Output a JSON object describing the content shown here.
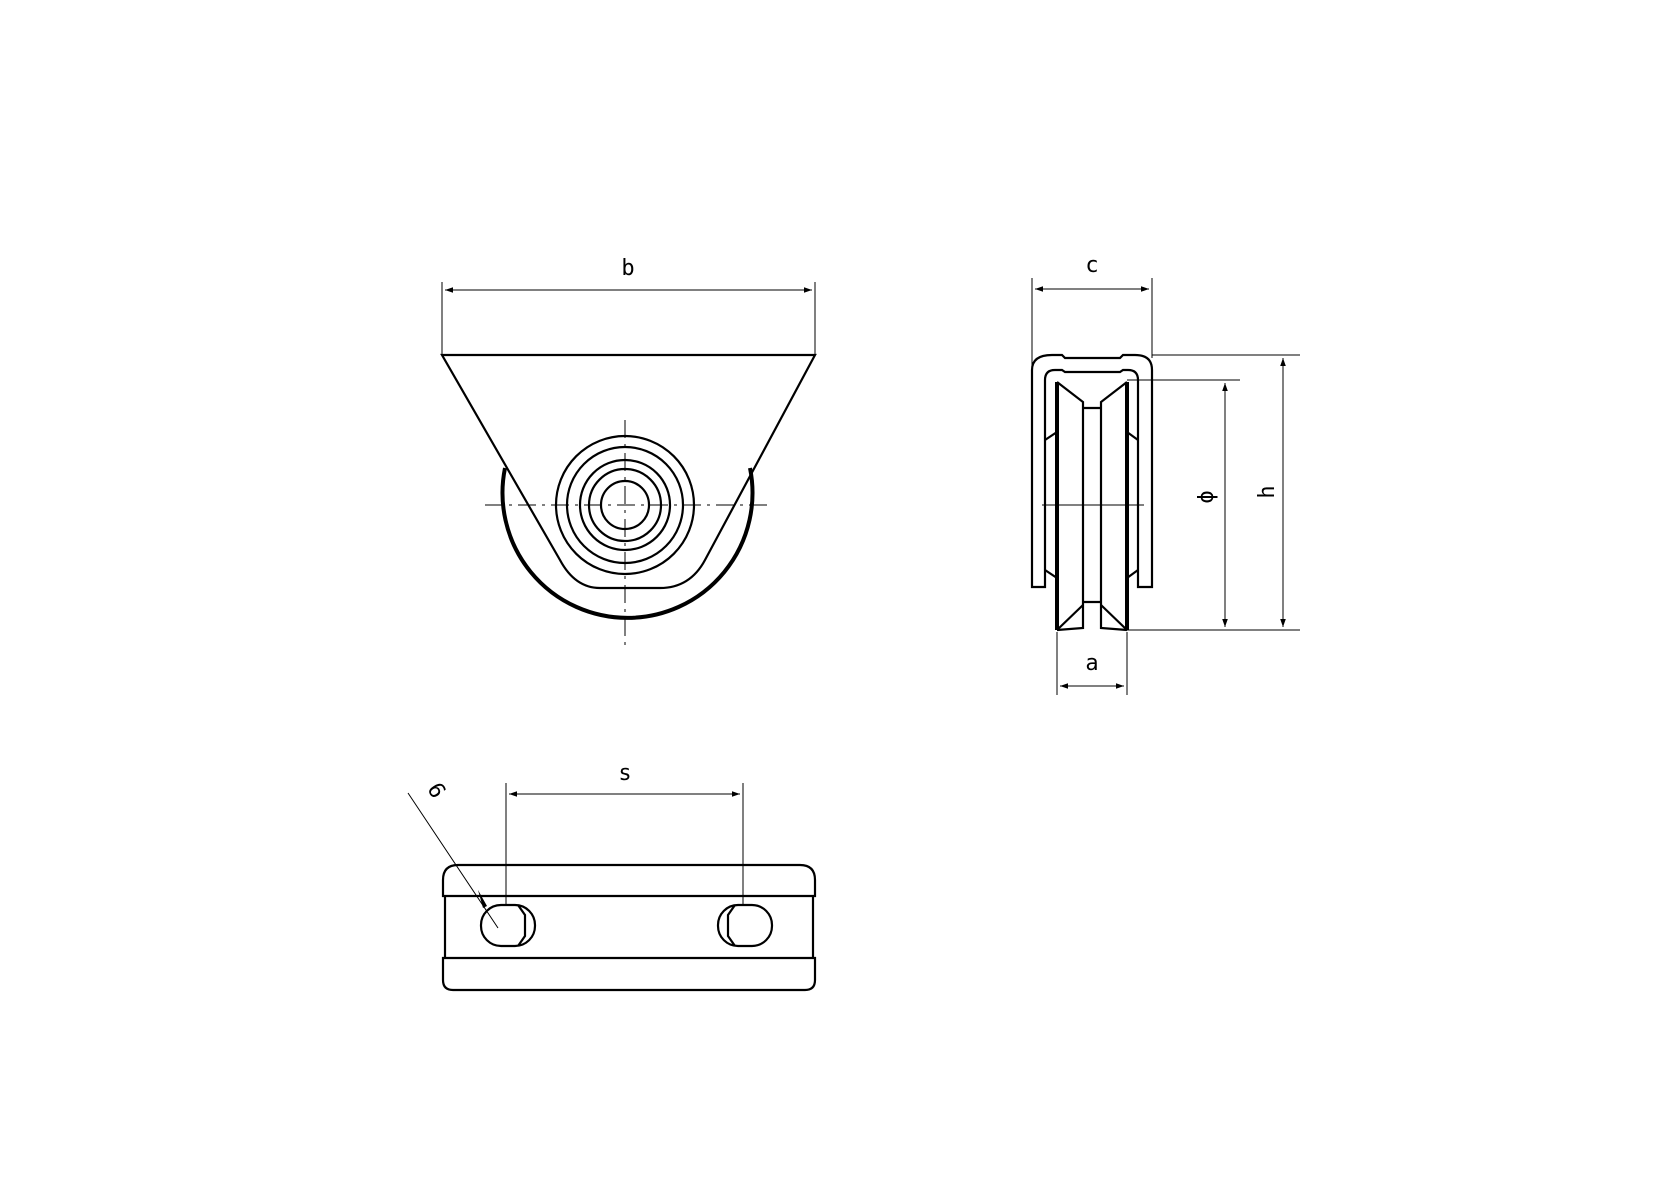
{
  "drawing": {
    "title": "Fixed V-groove wheel bracket technical drawing",
    "background": "#ffffff",
    "line_color": "#000000"
  },
  "front_view": {
    "dimension_b": "b"
  },
  "side_view": {
    "dimension_c": "c",
    "dimension_a": "a",
    "dimension_diameter": "ϕ",
    "dimension_h": "h"
  },
  "top_view": {
    "dimension_s": "s",
    "dimension_hole": "9"
  }
}
